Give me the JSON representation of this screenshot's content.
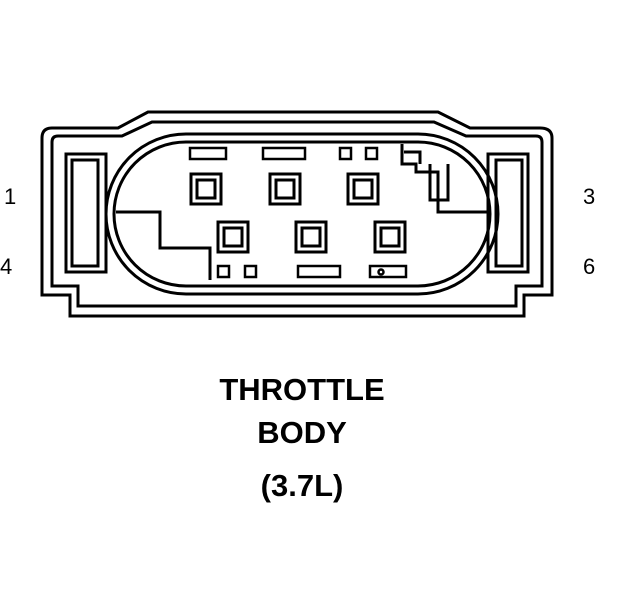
{
  "pin_labels": {
    "top_left": "1",
    "bottom_left": "4",
    "top_right": "3",
    "bottom_right": "6"
  },
  "caption": {
    "line1": "THROTTLE",
    "line2": "BODY",
    "line3": "(3.7L)"
  },
  "colors": {
    "stroke": "#000000",
    "background": "#ffffff"
  }
}
